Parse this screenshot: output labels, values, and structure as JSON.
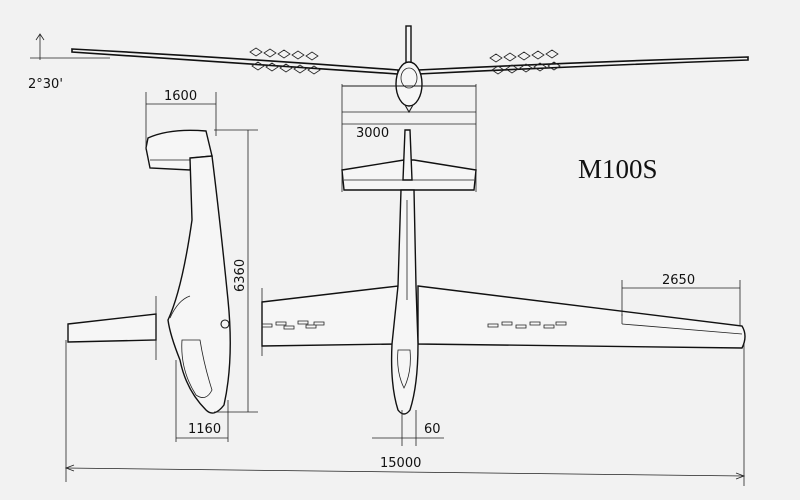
{
  "drawing": {
    "title": "M100S",
    "dimensions": {
      "dihedral": "2°30'",
      "fuselage_side_length": "1600",
      "tailplane_span": "3000",
      "overall_length": "6360",
      "aileron_span": "2650",
      "fuselage_width_side": "1160",
      "fuselage_width_plan": "60",
      "wingspan": "15000"
    }
  }
}
